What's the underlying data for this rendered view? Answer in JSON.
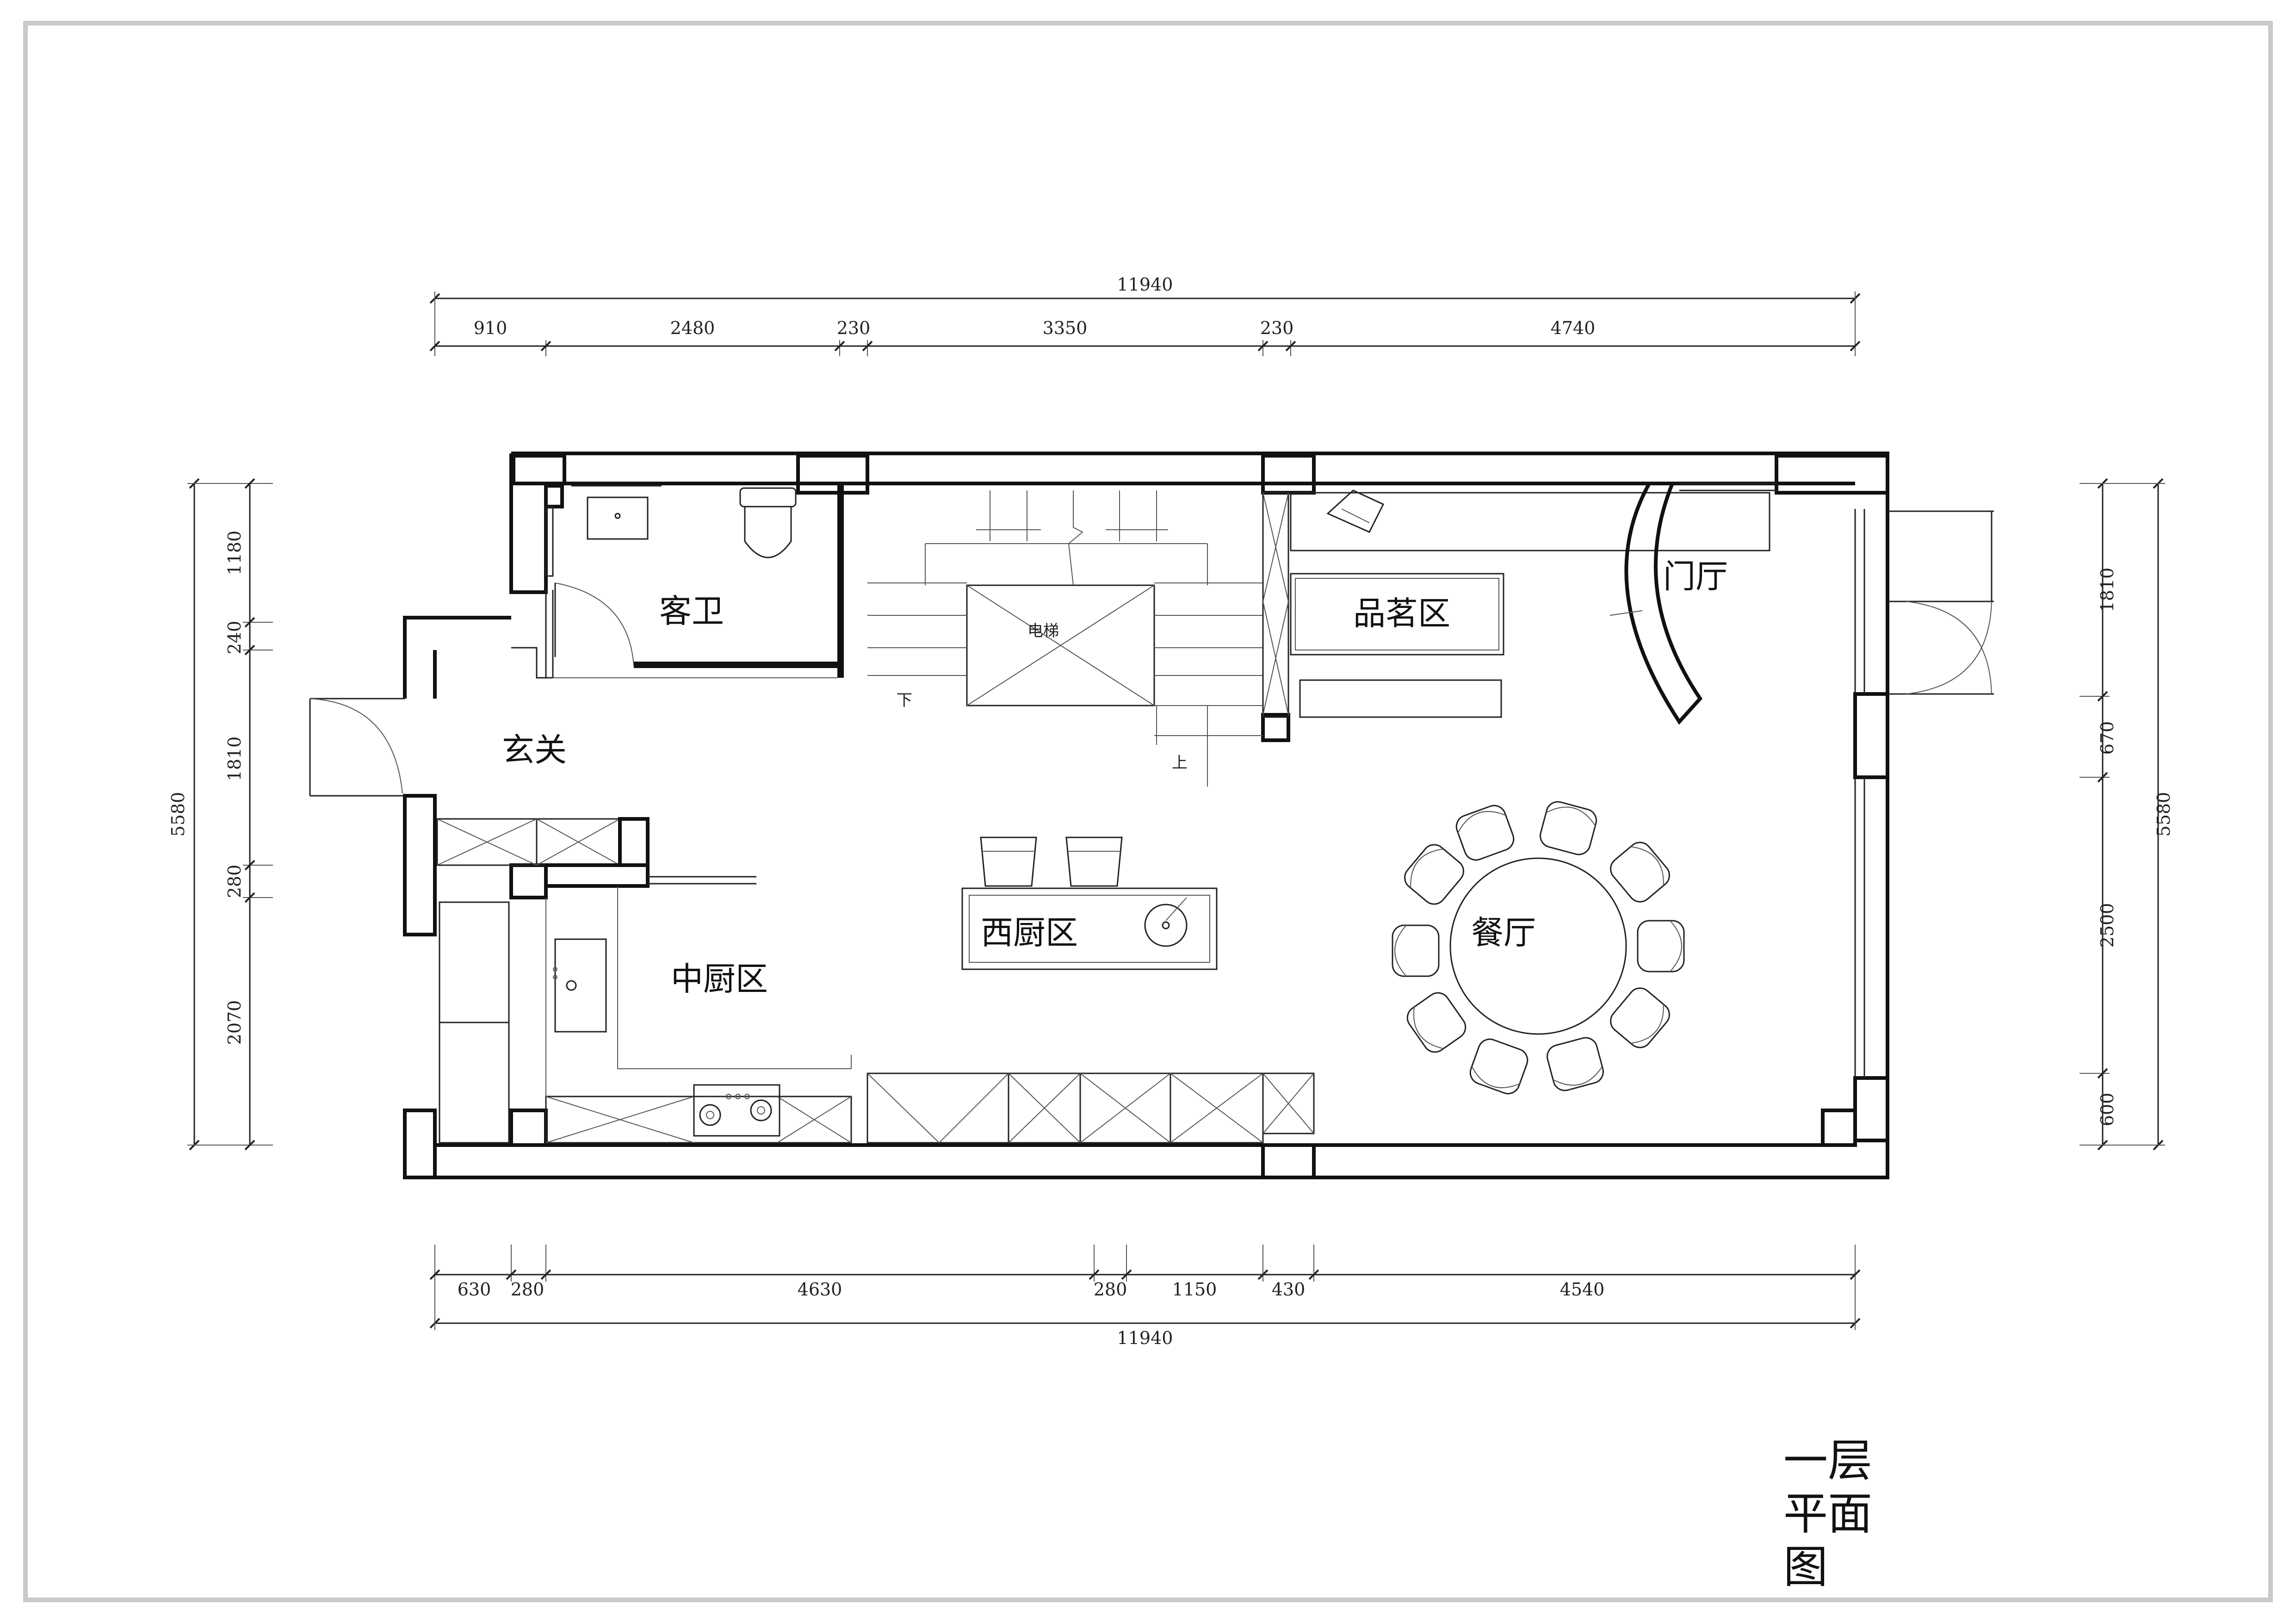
{
  "drawing_title": [
    "一层",
    "平面",
    "图"
  ],
  "rooms": {
    "guest_bath": "客卫",
    "foyer": "玄关",
    "elevator": "电梯",
    "tea_area": "品茗区",
    "entrance_hall": "门厅",
    "western_kitchen": "西厨区",
    "dining": "餐厅",
    "chinese_kitchen": "中厨区"
  },
  "stairs": {
    "down": "下",
    "up": "上"
  },
  "dimensions": {
    "top_total": "11940",
    "top_segments": [
      "910",
      "2480",
      "230",
      "3350",
      "230",
      "4740"
    ],
    "bottom_total": "11940",
    "bottom_segments": [
      "630",
      "280",
      "4630",
      "280",
      "1150",
      "430",
      "4540"
    ],
    "left_total": "5580",
    "left_segments": [
      "1180",
      "240",
      "1810",
      "280",
      "2070"
    ],
    "right_total": "5580",
    "right_segments": [
      "1810",
      "670",
      "2500",
      "600"
    ]
  }
}
